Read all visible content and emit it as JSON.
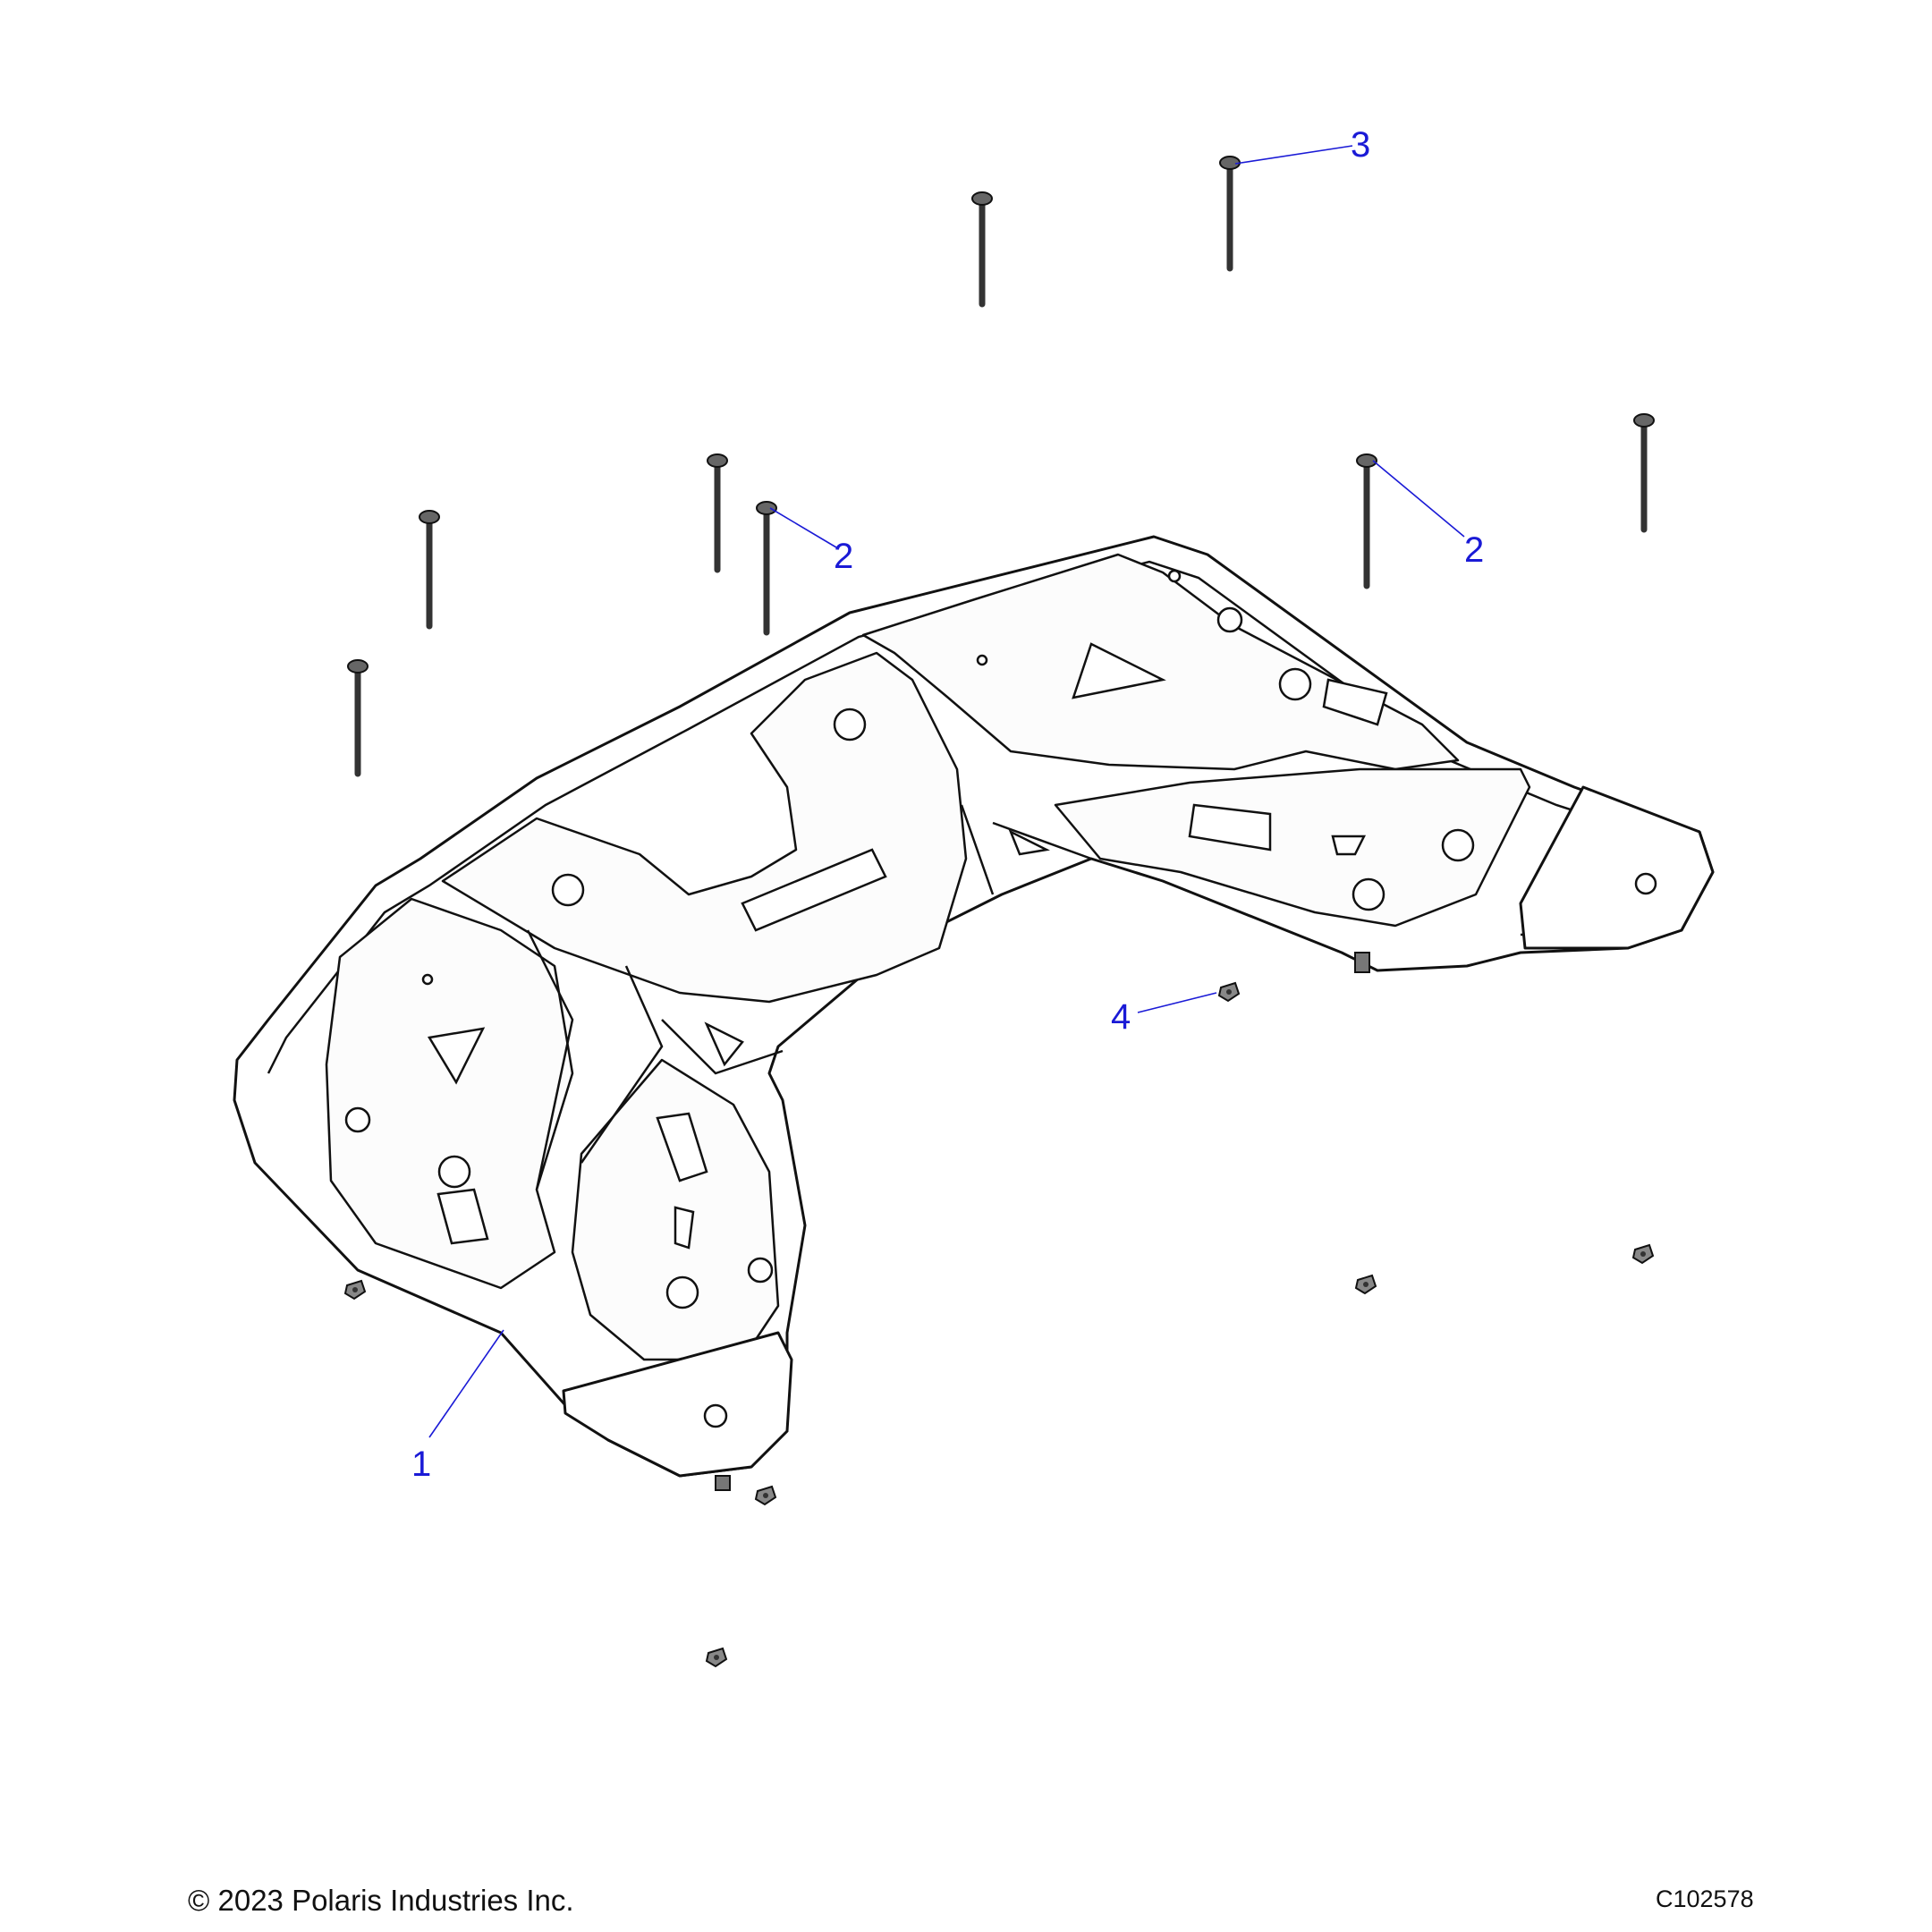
{
  "diagram": {
    "callouts": [
      {
        "id": "callout-1",
        "label": "1"
      },
      {
        "id": "callout-2a",
        "label": "2"
      },
      {
        "id": "callout-2b",
        "label": "2"
      },
      {
        "id": "callout-3",
        "label": "3"
      },
      {
        "id": "callout-4",
        "label": "4"
      }
    ]
  },
  "footer": {
    "copyright": "© 2023 Polaris Industries Inc.",
    "figure_id": "C102578"
  },
  "colors": {
    "callout": "#1a1ad6",
    "line": "#111111",
    "fastener": "#555555"
  }
}
